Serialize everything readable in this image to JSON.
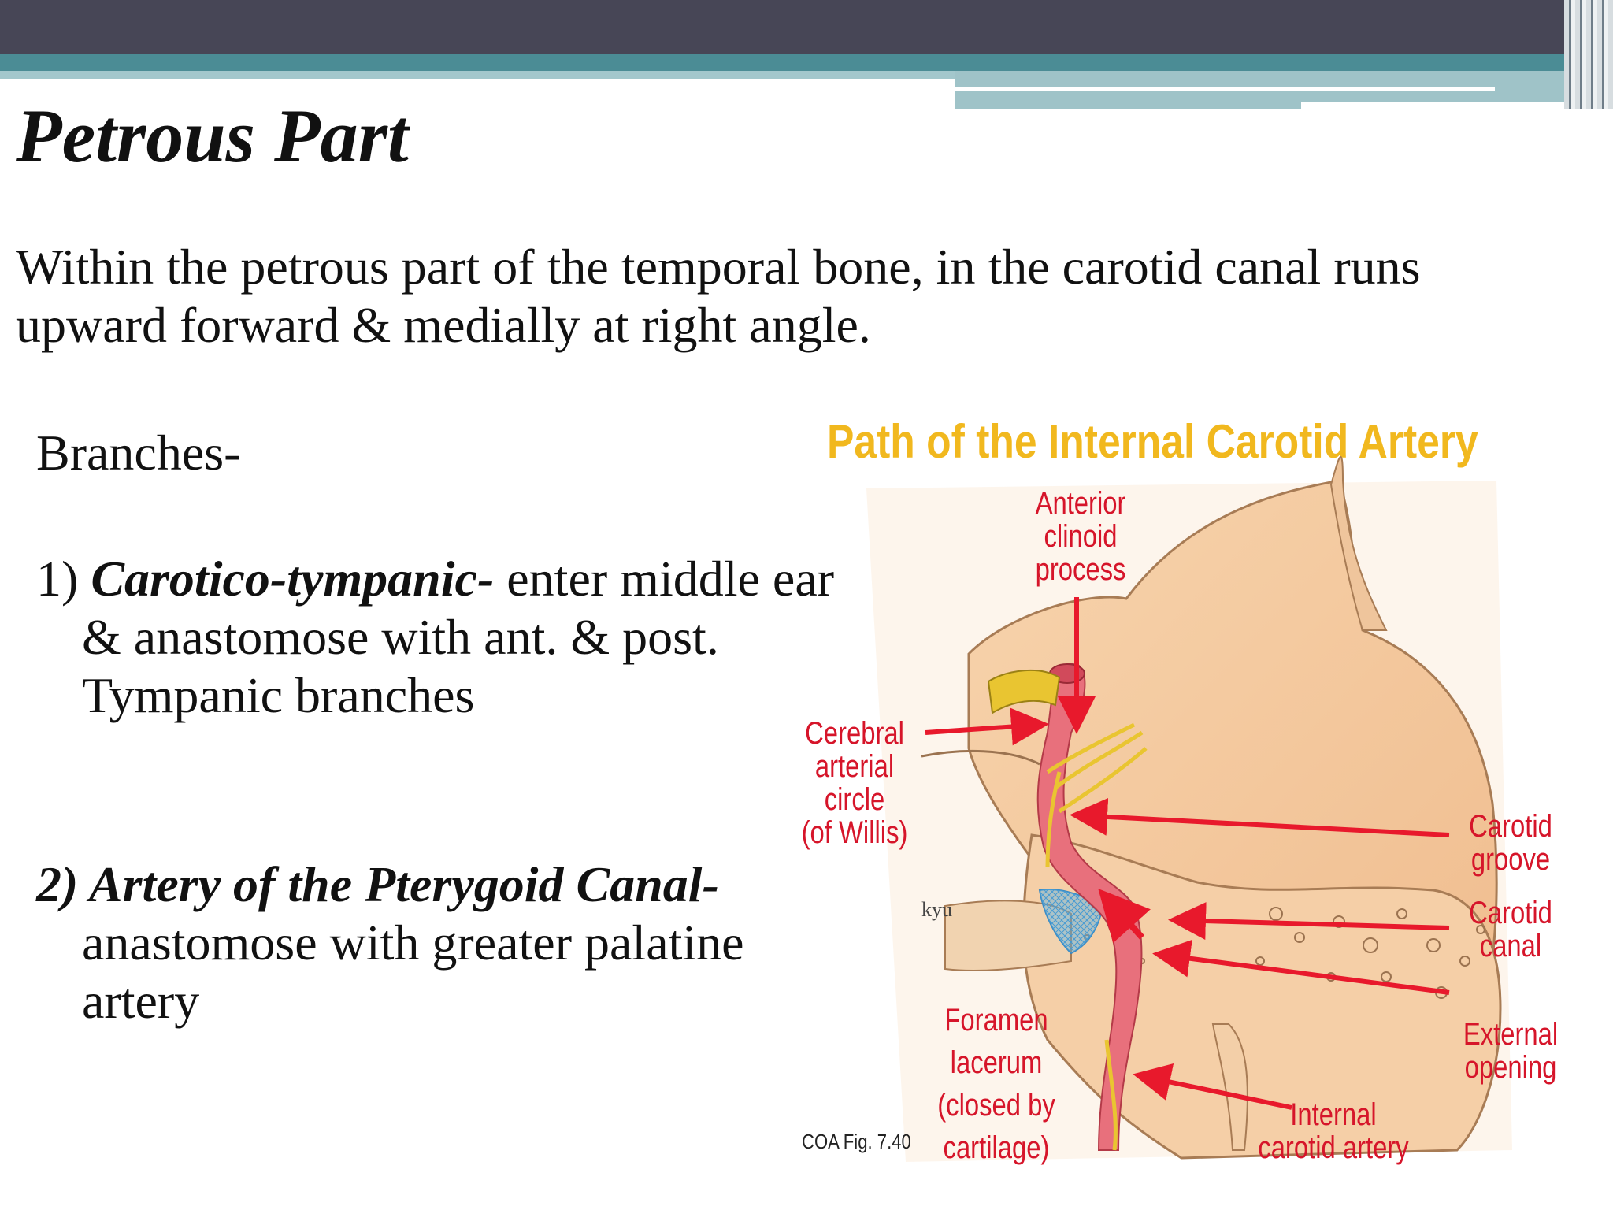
{
  "slide": {
    "title": "Petrous Part",
    "intro": "Within the petrous part of the temporal bone, in the carotid canal runs upward forward & medially at right angle.",
    "branches_heading": "Branches-",
    "branch1": {
      "number": "1) ",
      "name": "Carotico-tympanic",
      "dash": "- ",
      "text": "enter middle ear & anastomose with ant. & post. Tympanic branches"
    },
    "branch2": {
      "number": "2) ",
      "name": "Artery of the Pterygoid Canal",
      "dash": "- ",
      "text": " anastomose with greater palatine artery"
    }
  },
  "figure": {
    "title": "Path of the Internal Carotid Artery",
    "credit": "COA Fig. 7.40",
    "signature": "kyu",
    "labels": {
      "anterior_clinoid": [
        "Anterior",
        "clinoid",
        "process"
      ],
      "cerebral_circle": [
        "Cerebral",
        "arterial",
        "circle",
        "(of Willis)"
      ],
      "carotid_groove": [
        "Carotid",
        "groove"
      ],
      "carotid_canal": [
        "Carotid",
        "canal"
      ],
      "external_opening": [
        "External",
        "opening"
      ],
      "foramen_lacerum": [
        "Foramen",
        "lacerum",
        "(closed by",
        "cartilage)"
      ],
      "internal_carotid": [
        "Internal",
        "carotid artery"
      ]
    },
    "colors": {
      "title": "#f1b81e",
      "label": "#d6152a",
      "arrow": "#e8192c",
      "bone": "#f3c79d",
      "artery": "#e8707c",
      "nerve": "#e9c531",
      "cartilage": "#5ab1e6"
    }
  },
  "theme": {
    "top_bar": "#474656",
    "teal_band": "#4b8c95",
    "light_band": "#a3c7cc"
  }
}
